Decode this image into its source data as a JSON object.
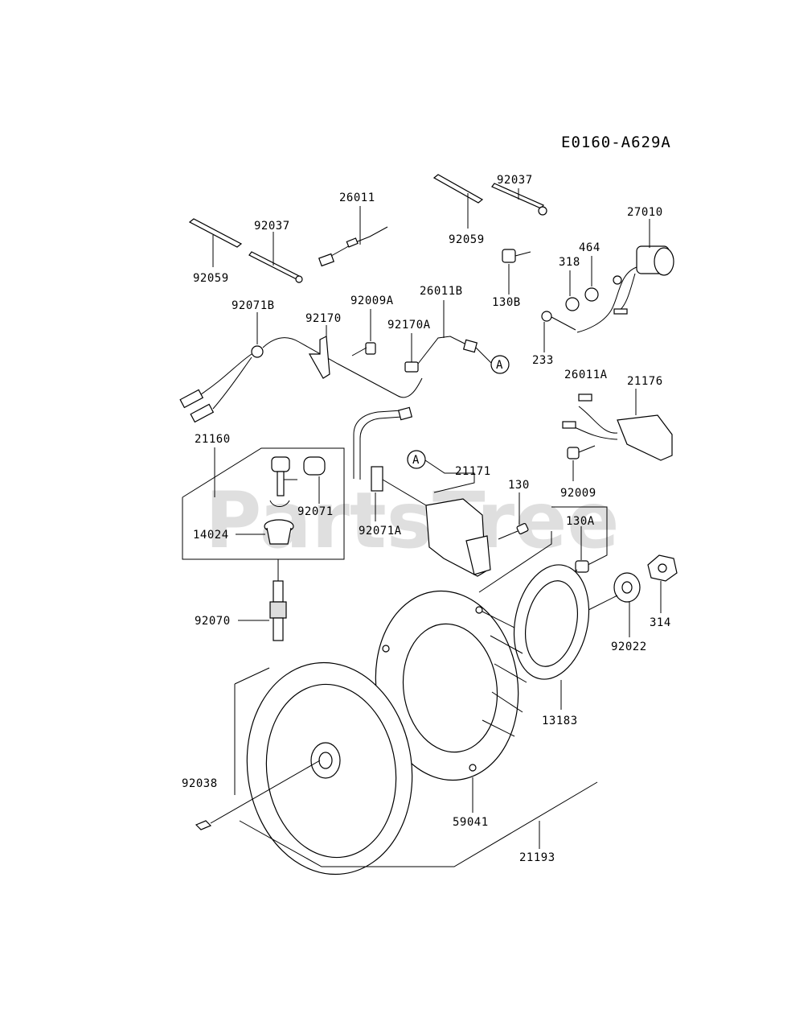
{
  "diagram_code": "E0160-A629A",
  "watermark": "PartsTree",
  "callout_ref": "A",
  "part_labels": {
    "p26011": "26011",
    "p92037_top": "92037",
    "p92059_top": "92059",
    "p92037_left": "92037",
    "p92059_left": "92059",
    "p27010": "27010",
    "p464": "464",
    "p318": "318",
    "p130B": "130B",
    "p92071B": "92071B",
    "p92170": "92170",
    "p92009A": "92009A",
    "p26011B": "26011B",
    "p92170A": "92170A",
    "p233": "233",
    "p26011A": "26011A",
    "p21176": "21176",
    "p21160": "21160",
    "p21171": "21171",
    "p130": "130",
    "p92071": "92071",
    "p92009": "92009",
    "p14024": "14024",
    "p92071A": "92071A",
    "p130A": "130A",
    "p92070": "92070",
    "p314": "314",
    "p92022": "92022",
    "p13183": "13183",
    "p92038": "92038",
    "p59041": "59041",
    "p21193": "21193"
  }
}
